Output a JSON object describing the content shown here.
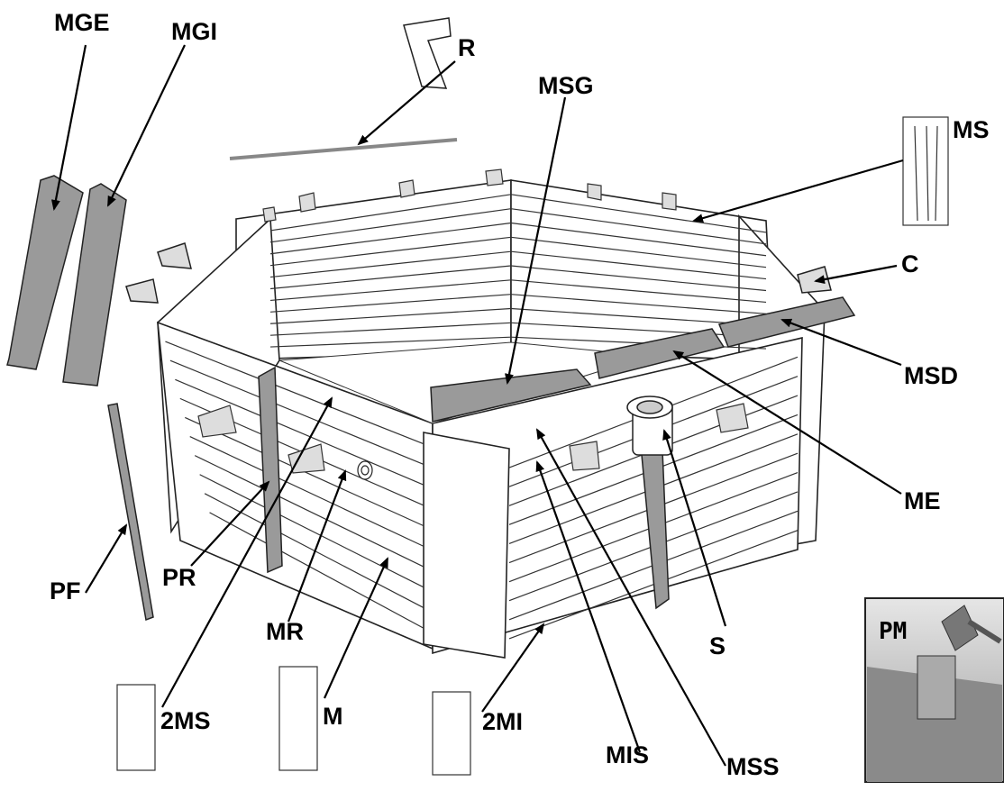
{
  "labels": {
    "MGE": "MGE",
    "MGI": "MGI",
    "R": "R",
    "MSG": "MSG",
    "MS": "MS",
    "C": "C",
    "MSD": "MSD",
    "ME": "ME",
    "PF": "PF",
    "PR": "PR",
    "MR": "MR",
    "S": "S",
    "2MS": "2MS",
    "M": "M",
    "2MI": "2MI",
    "MIS": "MIS",
    "MSS": "MSS"
  },
  "inset": {
    "label": "PM"
  },
  "colors": {
    "line": "#000000",
    "part_fill": "#9a9a9a",
    "wood": "#ffffff",
    "inset_bg": "#c8c8c8"
  }
}
